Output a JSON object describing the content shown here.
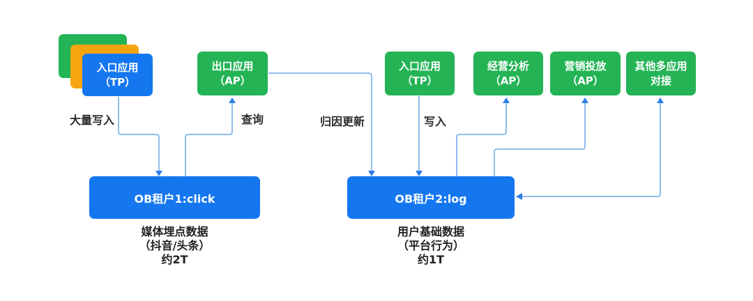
{
  "colors": {
    "blue": "#1577F0",
    "green": "#24B455",
    "orange": "#F7A411",
    "line": "#8FBBEB",
    "arrow": "#2B7DE9",
    "label": "#2B2B2B",
    "caption": "#1F1F1F"
  },
  "boxes": {
    "entry1": {
      "line1": "入口应用",
      "line2": "（TP）"
    },
    "exit": {
      "line1": "出口应用",
      "line2": "（AP）"
    },
    "entry2": {
      "line1": "入口应用",
      "line2": "（TP）"
    },
    "analysis": {
      "line1": "经营分析",
      "line2": "（AP）"
    },
    "marketing": {
      "line1": "营销投放",
      "line2": "（AP）"
    },
    "others": {
      "line1": "其他多应用",
      "line2": "对接"
    },
    "ob1": {
      "title": "OB租户1:click"
    },
    "ob2": {
      "title": "OB租户2:log"
    }
  },
  "edges": [
    {
      "from": "entry-app-1",
      "to": "ob-tenant-1",
      "label": "大量写入",
      "bidirectional": false
    },
    {
      "from": "ob-tenant-1",
      "to": "exit-app",
      "label": "查询",
      "bidirectional": false
    },
    {
      "from": "exit-app",
      "to": "ob-tenant-2",
      "label": "归因更新",
      "bidirectional": false
    },
    {
      "from": "entry-app-2",
      "to": "ob-tenant-2",
      "label": "写入",
      "bidirectional": false
    },
    {
      "from": "ob-tenant-2",
      "to": "business-analysis",
      "label": "",
      "bidirectional": false
    },
    {
      "from": "ob-tenant-2",
      "to": "marketing-delivery",
      "label": "",
      "bidirectional": false
    },
    {
      "from": "ob-tenant-2",
      "to": "other-apps",
      "label": "",
      "bidirectional": true
    }
  ],
  "captions": {
    "ob1": {
      "line1": "媒体埋点数据",
      "line2": "（抖音/头条）",
      "line3": "约2T"
    },
    "ob2": {
      "line1": "用户基础数据",
      "line2": "（平台行为）",
      "line3": "约1T"
    }
  }
}
